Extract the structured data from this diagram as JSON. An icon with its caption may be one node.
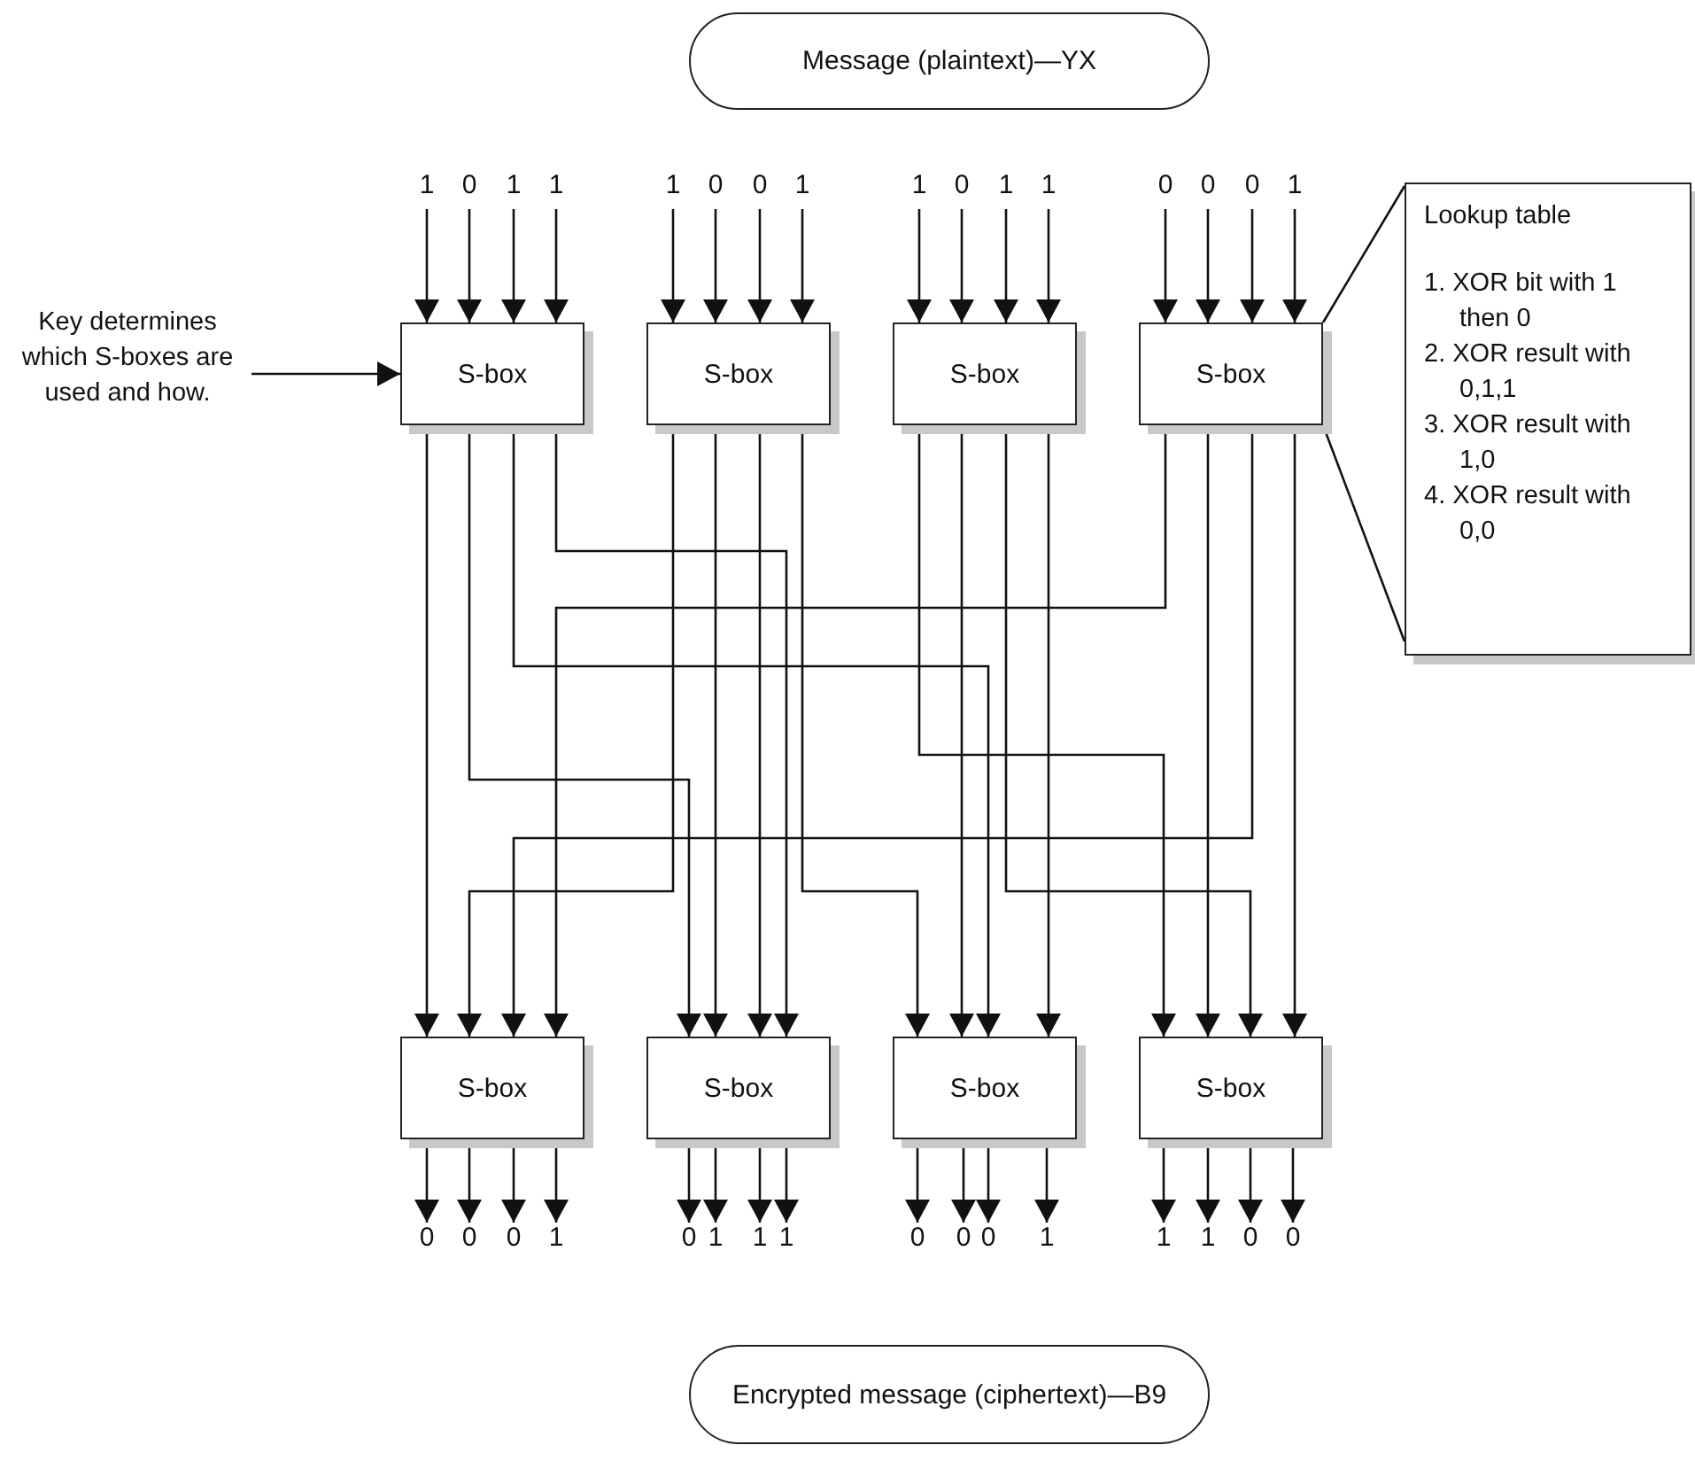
{
  "diagram": {
    "nodes": [
      {
        "text": [
          "Message (plaintext)—YX"
        ]
      },
      {
        "text": [
          "1"
        ]
      },
      {
        "text": [
          "0"
        ]
      },
      {
        "text": [
          "1"
        ]
      },
      {
        "text": [
          "1"
        ]
      },
      {
        "text": [
          "1"
        ]
      },
      {
        "text": [
          "0"
        ]
      },
      {
        "text": [
          "0"
        ]
      },
      {
        "text": [
          "1"
        ]
      },
      {
        "text": [
          "1"
        ]
      },
      {
        "text": [
          "0"
        ]
      },
      {
        "text": [
          "1"
        ]
      },
      {
        "text": [
          "1"
        ]
      },
      {
        "text": [
          "0"
        ]
      },
      {
        "text": [
          "0"
        ]
      },
      {
        "text": [
          "0"
        ]
      },
      {
        "text": [
          "1"
        ]
      },
      {
        "text": [
          "Key determines which S-boxes are used and how."
        ]
      },
      {
        "text": [
          "S-box"
        ]
      },
      {
        "text": [
          "S-box"
        ]
      },
      {
        "text": [
          "S-box"
        ]
      },
      {
        "text": [
          "S-box"
        ]
      },
      {
        "text": [
          "Lookup table",
          "1. XOR bit with 1 then 0",
          "2. XOR result with 0,1,1",
          "3. XOR result with 1,0",
          "4. XOR result with 0,0"
        ]
      },
      {
        "text": [
          "S-box"
        ]
      },
      {
        "text": [
          "S-box"
        ]
      },
      {
        "text": [
          "S-box"
        ]
      },
      {
        "text": [
          "S-box"
        ]
      },
      {
        "text": [
          "0"
        ]
      },
      {
        "text": [
          "0"
        ]
      },
      {
        "text": [
          "0"
        ]
      },
      {
        "text": [
          "1"
        ]
      },
      {
        "text": [
          "0"
        ]
      },
      {
        "text": [
          "1"
        ]
      },
      {
        "text": [
          "1"
        ]
      },
      {
        "text": [
          "1"
        ]
      },
      {
        "text": [
          "0"
        ]
      },
      {
        "text": [
          "0"
        ]
      },
      {
        "text": [
          "0"
        ]
      },
      {
        "text": [
          "1"
        ]
      },
      {
        "text": [
          "1"
        ]
      },
      {
        "text": [
          "1"
        ]
      },
      {
        "text": [
          "0"
        ]
      },
      {
        "text": [
          "0"
        ]
      },
      {
        "text": [
          "Encrypted message (ciphertext)—B9"
        ]
      }
    ],
    "edges": [
      {
        "from": 1,
        "to": 18,
        "arrow": "to"
      },
      {
        "from": 2,
        "to": 18,
        "arrow": "to"
      },
      {
        "from": 3,
        "to": 18,
        "arrow": "to"
      },
      {
        "from": 4,
        "to": 18,
        "arrow": "to"
      },
      {
        "from": 5,
        "to": 19,
        "arrow": "to"
      },
      {
        "from": 6,
        "to": 19,
        "arrow": "to"
      },
      {
        "from": 7,
        "to": 19,
        "arrow": "to"
      },
      {
        "from": 8,
        "to": 19,
        "arrow": "to"
      },
      {
        "from": 9,
        "to": 20,
        "arrow": "to"
      },
      {
        "from": 10,
        "to": 20,
        "arrow": "to"
      },
      {
        "from": 11,
        "to": 20,
        "arrow": "to"
      },
      {
        "from": 12,
        "to": 20,
        "arrow": "to"
      },
      {
        "from": 13,
        "to": 21,
        "arrow": "to"
      },
      {
        "from": 14,
        "to": 21,
        "arrow": "to"
      },
      {
        "from": 15,
        "to": 21,
        "arrow": "to"
      },
      {
        "from": 16,
        "to": 21,
        "arrow": "to"
      },
      {
        "from": 17,
        "to": 18,
        "arrow": "to"
      },
      {
        "from": 22,
        "to": 21,
        "arrow": "none"
      },
      {
        "from": 22,
        "to": 21,
        "arrow": "none"
      },
      {
        "from": 18,
        "to": 23,
        "arrow": "to"
      },
      {
        "from": 18,
        "to": 24,
        "arrow": "to"
      },
      {
        "from": 18,
        "to": 25,
        "arrow": "to"
      },
      {
        "from": 18,
        "to": 24,
        "arrow": "to"
      },
      {
        "from": 19,
        "to": 23,
        "arrow": "to"
      },
      {
        "from": 19,
        "to": 24,
        "arrow": "to"
      },
      {
        "from": 19,
        "to": 24,
        "arrow": "to"
      },
      {
        "from": 19,
        "to": 25,
        "arrow": "to"
      },
      {
        "from": 20,
        "to": 26,
        "arrow": "to"
      },
      {
        "from": 20,
        "to": 25,
        "arrow": "to"
      },
      {
        "from": 20,
        "to": 26,
        "arrow": "to"
      },
      {
        "from": 20,
        "to": 25,
        "arrow": "to"
      },
      {
        "from": 21,
        "to": 23,
        "arrow": "to"
      },
      {
        "from": 21,
        "to": 26,
        "arrow": "to"
      },
      {
        "from": 21,
        "to": 23,
        "arrow": "to"
      },
      {
        "from": 21,
        "to": 26,
        "arrow": "to"
      },
      {
        "from": 23,
        "to": 27,
        "arrow": "to"
      },
      {
        "from": 23,
        "to": 28,
        "arrow": "to"
      },
      {
        "from": 23,
        "to": 29,
        "arrow": "to"
      },
      {
        "from": 23,
        "to": 30,
        "arrow": "to"
      },
      {
        "from": 24,
        "to": 31,
        "arrow": "to"
      },
      {
        "from": 24,
        "to": 32,
        "arrow": "to"
      },
      {
        "from": 24,
        "to": 33,
        "arrow": "to"
      },
      {
        "from": 24,
        "to": 34,
        "arrow": "to"
      },
      {
        "from": 25,
        "to": 35,
        "arrow": "to"
      },
      {
        "from": 25,
        "to": 36,
        "arrow": "to"
      },
      {
        "from": 25,
        "to": 37,
        "arrow": "to"
      },
      {
        "from": 25,
        "to": 38,
        "arrow": "to"
      },
      {
        "from": 26,
        "to": 39,
        "arrow": "to"
      },
      {
        "from": 26,
        "to": 40,
        "arrow": "to"
      },
      {
        "from": 26,
        "to": 41,
        "arrow": "to"
      },
      {
        "from": 26,
        "to": 42,
        "arrow": "to"
      }
    ]
  }
}
